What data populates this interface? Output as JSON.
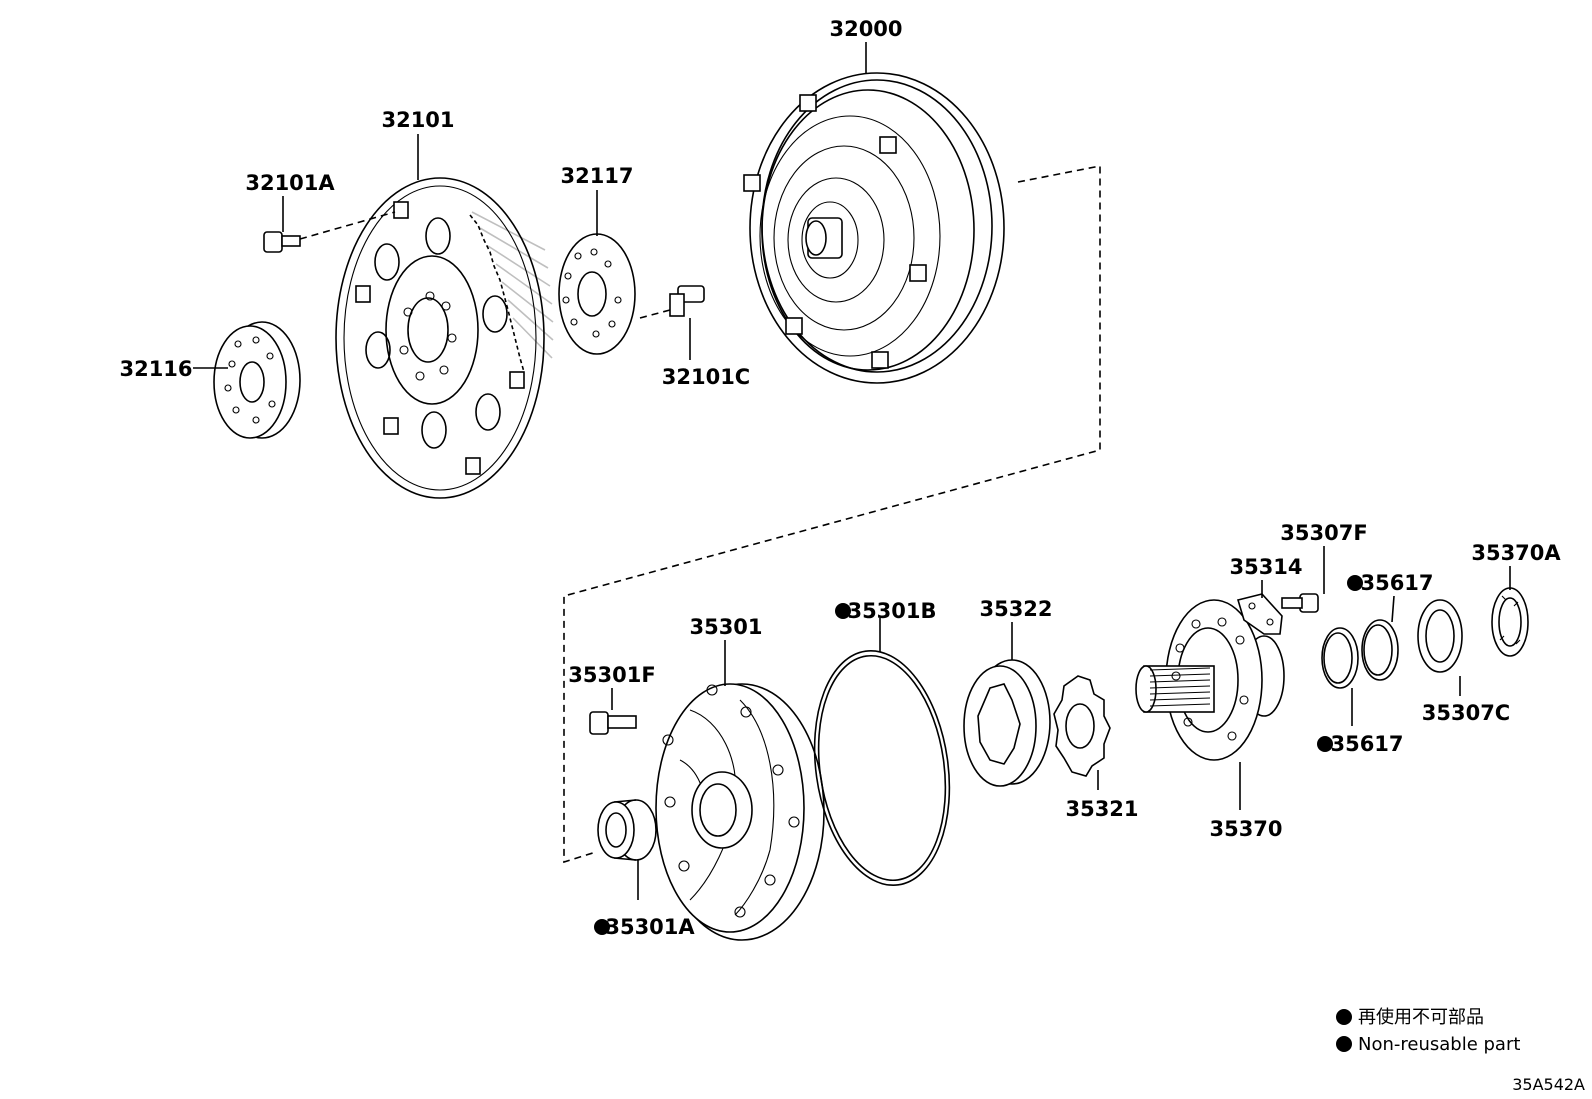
{
  "diagram": {
    "parts": [
      {
        "id": "32000",
        "label": "32000",
        "non_reusable": false
      },
      {
        "id": "32101",
        "label": "32101",
        "non_reusable": false
      },
      {
        "id": "32101A",
        "label": "32101A",
        "non_reusable": false
      },
      {
        "id": "32116",
        "label": "32116",
        "non_reusable": false
      },
      {
        "id": "32117",
        "label": "32117",
        "non_reusable": false
      },
      {
        "id": "32101C",
        "label": "32101C",
        "non_reusable": false
      },
      {
        "id": "35307F",
        "label": "35307F",
        "non_reusable": false
      },
      {
        "id": "35314",
        "label": "35314",
        "non_reusable": false
      },
      {
        "id": "35617a",
        "label": "35617",
        "non_reusable": true
      },
      {
        "id": "35370A",
        "label": "35370A",
        "non_reusable": false
      },
      {
        "id": "35301B",
        "label": "35301B",
        "non_reusable": true
      },
      {
        "id": "35322",
        "label": "35322",
        "non_reusable": false
      },
      {
        "id": "35301",
        "label": "35301",
        "non_reusable": false
      },
      {
        "id": "35301F",
        "label": "35301F",
        "non_reusable": false
      },
      {
        "id": "35617b",
        "label": "35617",
        "non_reusable": true
      },
      {
        "id": "35307C",
        "label": "35307C",
        "non_reusable": false
      },
      {
        "id": "35321",
        "label": "35321",
        "non_reusable": false
      },
      {
        "id": "35370",
        "label": "35370",
        "non_reusable": false
      },
      {
        "id": "35301A",
        "label": "35301A",
        "non_reusable": true
      }
    ],
    "legend": {
      "line_jp": "再使用不可部品",
      "line_en": "Non-reusable part"
    },
    "diagram_code": "35A542A"
  }
}
